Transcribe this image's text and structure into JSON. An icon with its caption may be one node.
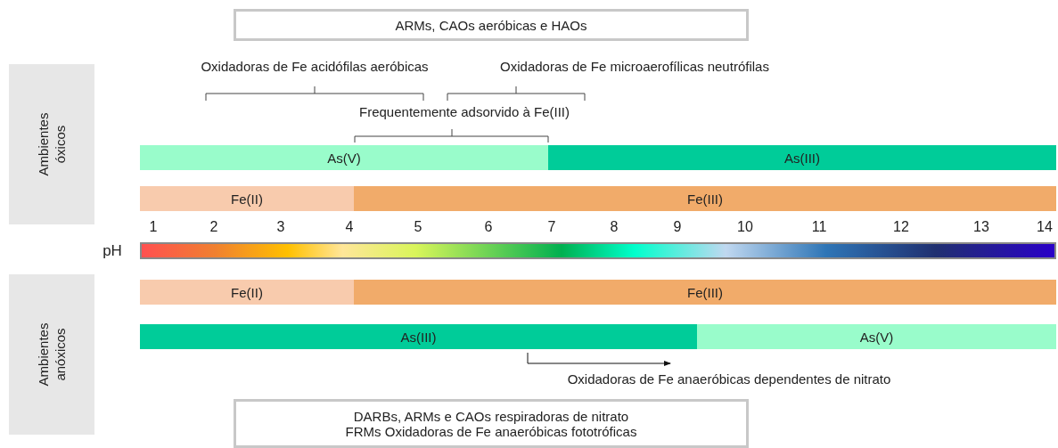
{
  "diagram": {
    "nodes": [
      {
        "text": [
          "ARMs, CAOs aeróbicas e HAOs"
        ]
      },
      {
        "text": [
          "Ambientes óxicos"
        ]
      },
      {
        "text": [
          "As(V)"
        ]
      },
      {
        "text": [
          "As(III)"
        ]
      },
      {
        "text": [
          "Fe(II)"
        ]
      },
      {
        "text": [
          "Fe(III)"
        ]
      },
      {
        "text": [],
        "shape": "bar",
        "beside": [
          "pH"
        ]
      },
      {
        "text": [
          "Ambientes anóxicos"
        ]
      },
      {
        "text": [
          "Fe(II)"
        ]
      },
      {
        "text": [
          "Fe(III)"
        ]
      },
      {
        "text": [
          "As(III)"
        ]
      },
      {
        "text": [
          "As(V)"
        ]
      },
      {
        "text": [
          "DARBs, ARMs e CAOs respiradoras de nitrato",
          "FRMs Oxidadoras de Fe anaeróbicas fototróficas"
        ]
      }
    ],
    "edges": [],
    "labels": [
      "Oxidadoras de Fe acidófilas aeróbicas",
      "Oxidadoras de Fe microaerofílicas neutrófilas",
      "Frequentemente adsorvido à Fe(III)",
      "1",
      "2",
      "3",
      "4",
      "5",
      "6",
      "7",
      "8",
      "9",
      "10",
      "11",
      "12",
      "13",
      "14",
      "Oxidadoras de Fe anaeróbicas dependentes de nitrato"
    ]
  }
}
